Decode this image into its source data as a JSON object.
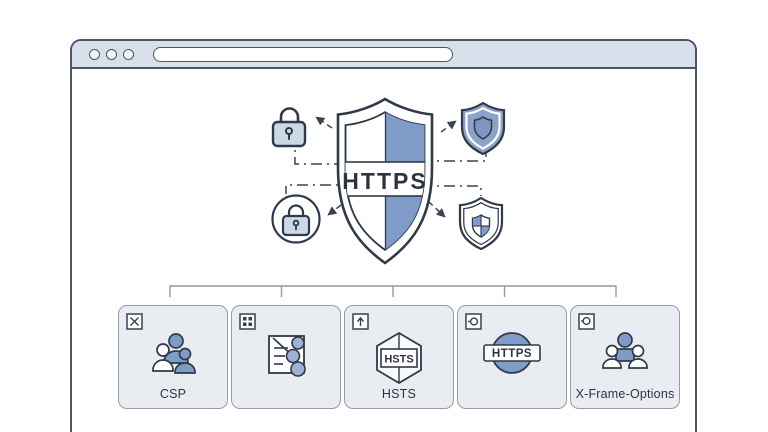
{
  "browser": {
    "address_value": ""
  },
  "hero": {
    "shield_label": "HTTPS",
    "nodes": [
      {
        "name": "padlock-icon"
      },
      {
        "name": "circled-padlock-icon"
      },
      {
        "name": "filled-shield-icon"
      },
      {
        "name": "checkered-shield-icon"
      }
    ]
  },
  "cards": [
    {
      "label": "CSP",
      "corner_icon": "x-box-icon",
      "center_icon": "user-group-icon"
    },
    {
      "label": "",
      "corner_icon": "grid-box-icon",
      "center_icon": "policy-document-icon"
    },
    {
      "label": "HSTS",
      "badge_text": "HSTS",
      "corner_icon": "arrow-up-box-icon",
      "center_icon": "hsts-hexagon-icon"
    },
    {
      "label": "",
      "badge_text": "HTTPS",
      "corner_icon": "lens-box-icon",
      "center_icon": "https-badge-icon"
    },
    {
      "label": "X-Frame-Options",
      "corner_icon": "lens-box-icon",
      "center_icon": "user-group-icon"
    }
  ],
  "colors": {
    "accent_blue": "#7f9bc7",
    "light_blue": "#9db2d4",
    "outline": "#2f3949",
    "chrome_bg": "#d7dfeb",
    "card_bg": "#e9edf2",
    "card_border": "#959ca8",
    "frame_border": "#4c5564"
  }
}
